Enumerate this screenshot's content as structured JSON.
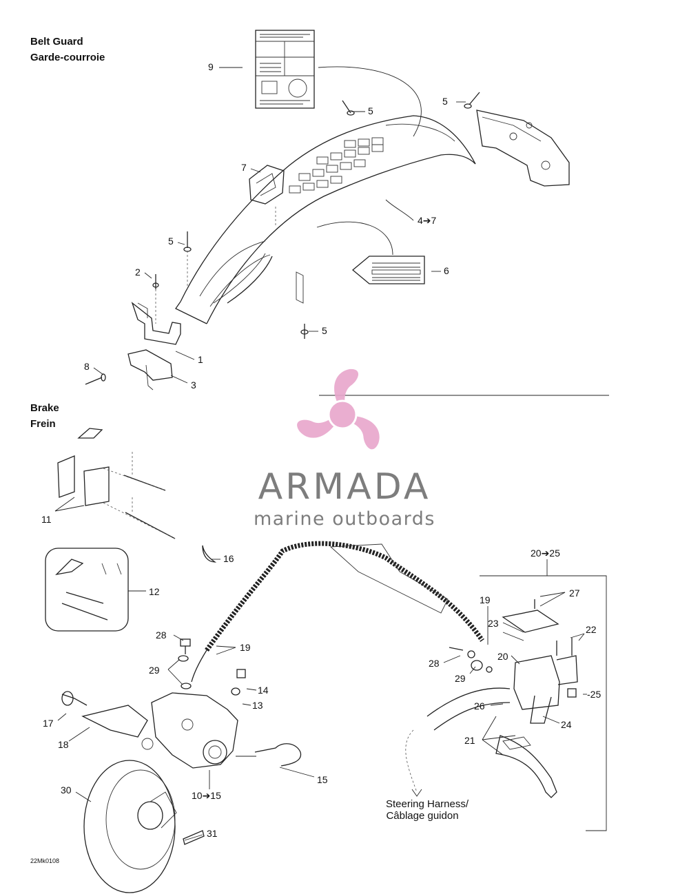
{
  "sections": {
    "belt_guard": {
      "title_en": "Belt Guard",
      "title_fr": "Garde-courroie"
    },
    "brake": {
      "title_en": "Brake",
      "title_fr": "Frein"
    }
  },
  "callouts": {
    "c9": "9",
    "c5a": "5",
    "c5b": "5",
    "c7": "7",
    "c5c": "5",
    "c4to7": "4➔7",
    "c2": "2",
    "c6": "6",
    "c5d": "5",
    "c1": "1",
    "c8": "8",
    "c3": "3",
    "c11": "11",
    "c16": "16",
    "c12": "12",
    "c20to25": "20➔25",
    "c27": "27",
    "c19a": "19",
    "c23": "23",
    "c22": "22",
    "c28a": "28",
    "c19b": "19",
    "c20": "20",
    "c28b": "28",
    "c29a": "29",
    "c29b": "29",
    "c14": "14",
    "c25": "-25",
    "c13": "13",
    "c26": "26",
    "c24": "24",
    "c17": "17",
    "c18": "18",
    "c21": "21",
    "c15": "15",
    "c30": "30",
    "c10to15": "10➔15",
    "c31": "31"
  },
  "notes": {
    "steering_line1": "Steering Harness/",
    "steering_line2": "Câblage guidon"
  },
  "drawing_code": "22Mk0108",
  "watermark": {
    "brand": "ARMADA",
    "tagline": "marine outboards",
    "logo_color": "#e8a6cc",
    "text_color": "#7d7d7d"
  }
}
